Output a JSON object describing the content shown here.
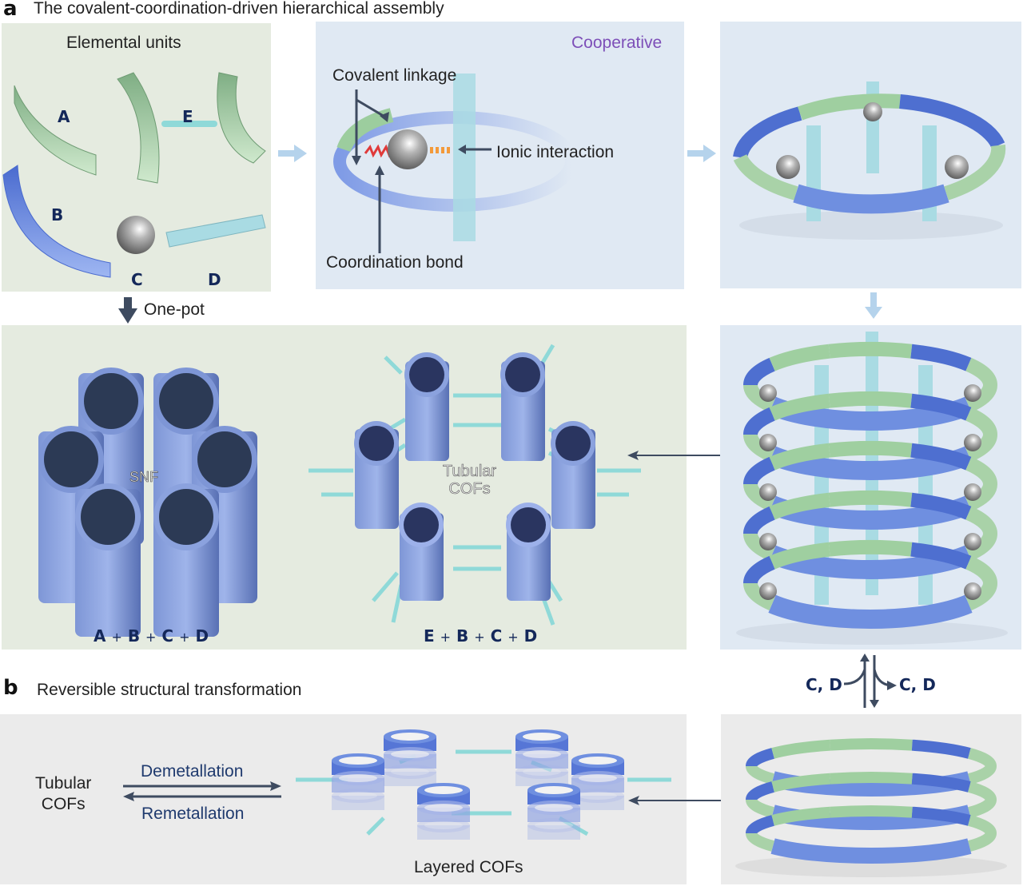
{
  "panel_a": {
    "letter": "a",
    "title": "The covalent-coordination-driven hierarchical assembly",
    "elemental_units": {
      "title": "Elemental units",
      "labels": {
        "A": "A",
        "B": "B",
        "C": "C",
        "D": "D",
        "E": "E"
      }
    },
    "cooperative": {
      "title": "Cooperative",
      "covalent_linkage": "Covalent linkage",
      "ionic_interaction": "Ionic interaction",
      "coordination_bond": "Coordination bond"
    },
    "one_pot": "One-pot",
    "snf": {
      "label": "SNF",
      "formula": [
        "A",
        "+",
        "B",
        "+",
        "C",
        "+",
        "D"
      ]
    },
    "tubular": {
      "label_line1": "Tubular",
      "label_line2": "COFs",
      "formula": [
        "E",
        "+",
        "B",
        "+",
        "C",
        "+",
        "D"
      ]
    },
    "reversible": {
      "left": "C, D",
      "right": "C, D"
    }
  },
  "panel_b": {
    "letter": "b",
    "title": "Reversible structural transformation",
    "tubular_line1": "Tubular",
    "tubular_line2": "COFs",
    "forward": "Demetallation",
    "reverse": "Remetallation",
    "layered": "Layered COFs"
  },
  "colors": {
    "green_panel": "#e5ebe0",
    "blue_panel": "#e0e9f3",
    "grey_panel": "#ebebeb",
    "ring_blue": "#6f8fe0",
    "ring_green": "#a9d2a8",
    "rod_cyan": "#a9dbe3",
    "navy": "#14285a",
    "purple": "#7d4fb8",
    "arrow_dark": "#3e4b60",
    "arrow_light": "#b5d3ec"
  }
}
